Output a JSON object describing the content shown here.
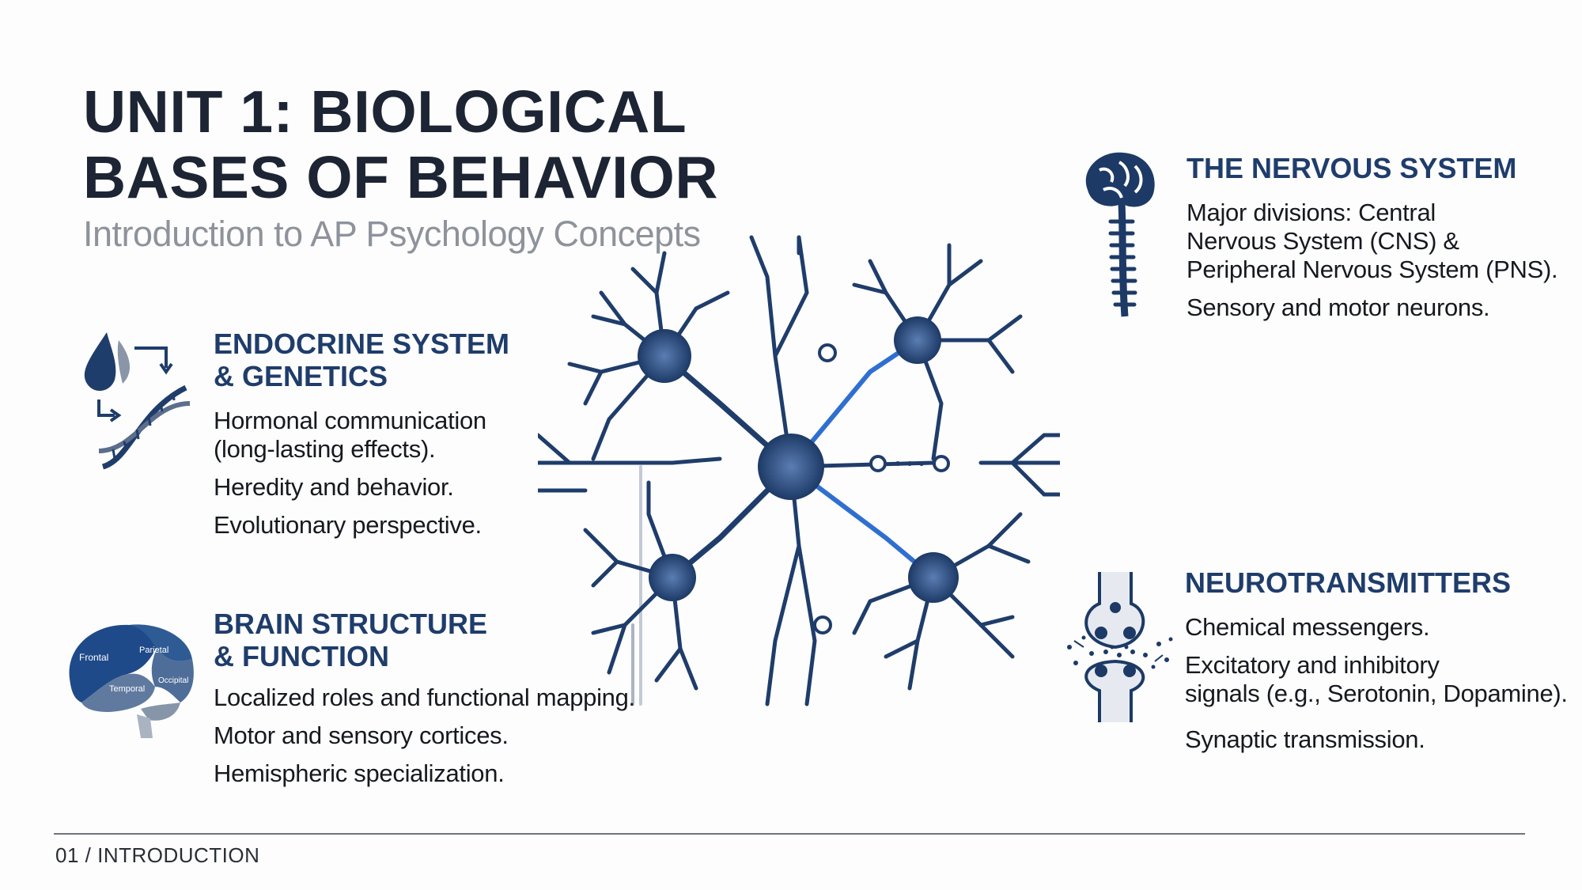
{
  "header": {
    "title_line1": "UNIT 1: BIOLOGICAL",
    "title_line2": "BASES OF BEHAVIOR",
    "subtitle": "Introduction to AP Psychology Concepts"
  },
  "sections": {
    "endocrine": {
      "title_line1": "ENDOCRINE SYSTEM",
      "title_line2": "& GENETICS",
      "p1_line1": "Hormonal communication",
      "p1_line2": "(long-lasting effects).",
      "p2": "Heredity and behavior.",
      "p3": "Evolutionary perspective."
    },
    "brain": {
      "title_line1": "BRAIN STRUCTURE",
      "title_line2": "& FUNCTION",
      "p1": "Localized roles and functional mapping.",
      "p2": "Motor and sensory cortices.",
      "p3": "Hemispheric specialization.",
      "lobes": {
        "frontal": "Frontal",
        "parietal": "Parietal",
        "temporal": "Temporal",
        "occipital": "Occipital"
      }
    },
    "nervous": {
      "title": "THE NERVOUS SYSTEM",
      "p1_line1": "Major divisions: Central",
      "p1_line2": "Nervous System (CNS) &",
      "p1_line3": "Peripheral Nervous System (PNS).",
      "p2": "Sensory and motor neurons."
    },
    "neuro": {
      "title": "NEUROTRANSMITTERS",
      "p1": "Chemical messengers.",
      "p2_line1": "Excitatory and inhibitory",
      "p2_line2": "signals (e.g., Serotonin, Dopamine).",
      "p3": "Synaptic transmission."
    }
  },
  "footer": {
    "label": "01 / INTRODUCTION"
  },
  "icons": {
    "endocrine": "gland-dna-icon",
    "brain": "brain-lobes-icon",
    "nervous": "brain-spine-icon",
    "neuro": "synapse-icon",
    "center": "neuron-network-illustration"
  },
  "colors": {
    "navy": "#1f3d6b",
    "dark": "#1d2433",
    "gray": "#8e939b",
    "accent": "#2f6fd0"
  }
}
